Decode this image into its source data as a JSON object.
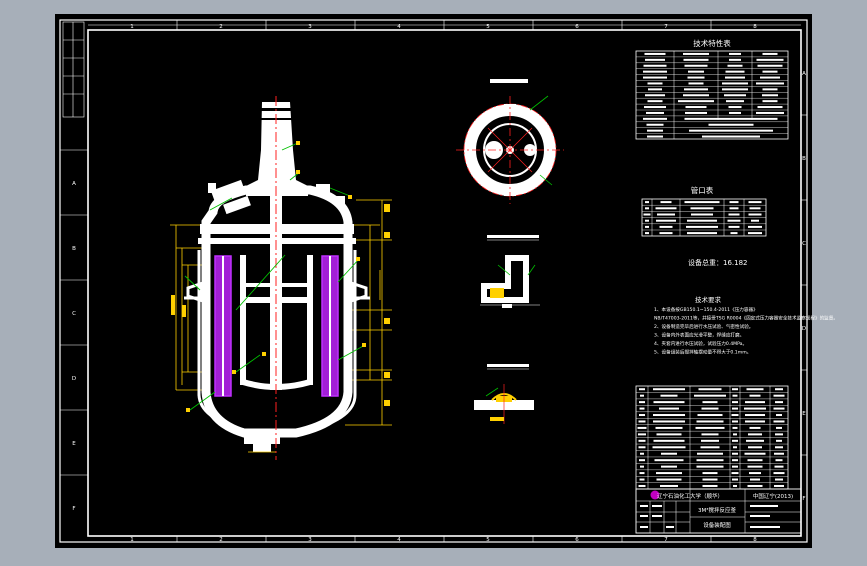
{
  "drawing": {
    "colors": {
      "background": "#a7afb9",
      "sheet": "#000000",
      "frame": "#ffffff",
      "vessel": "#ffffff",
      "jacket_fill": "#a21fd6",
      "jacket_stroke": "#c030ff",
      "centerline": "#ff2020",
      "dimension": "#ffd000",
      "leader": "#00c000",
      "logo": "#c000c0",
      "text": "#ffffff"
    },
    "zone_numbers": [
      "1",
      "2",
      "3",
      "4",
      "5",
      "6",
      "7",
      "8"
    ],
    "zone_letters": [
      "A",
      "B",
      "C",
      "D",
      "E",
      "F"
    ],
    "spec_table_title": "技术特性表",
    "nozzle_table_title": "管口表",
    "weight_text": "设备总重：16.182",
    "tech_req_title": "技术要求",
    "tech_requirements": [
      "1、本设备按GB150.1~150.4-2011《压力容器》",
      "NB/T47003-2011等，并接受TSG R0004《固定式压力容器安全技术监察规程》的监督。",
      "2、设备制造完毕后进行水压试验、气密性试验。",
      "3、设备内外表面应光滑平整，焊缝应打磨。",
      "4、夹套内进行水压试验，试验压力0.4MPa。",
      "5、设备组装后搅拌轴摆动量不得大于0.1mm。"
    ],
    "title_block": {
      "school": "辽宁石油化工大学（顺华）",
      "drawing_name": "3M³搅拌反应釜",
      "subtitle": "设备装配图",
      "drawing_no": "中国辽宁(2013)"
    }
  }
}
